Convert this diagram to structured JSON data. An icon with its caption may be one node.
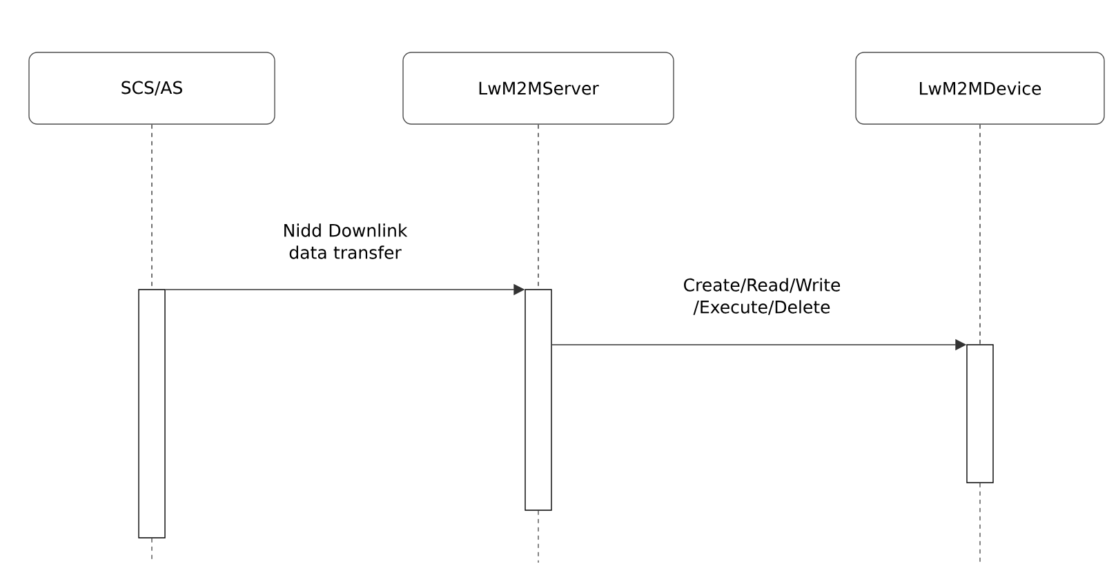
{
  "diagram": {
    "nodes": [
      {
        "text": [
          "SCS/AS"
        ]
      },
      {
        "text": [
          "LwM2MServer"
        ]
      },
      {
        "text": [
          "LwM2MDevice"
        ]
      },
      {
        "text": [],
        "shape": "bar"
      },
      {
        "text": [],
        "shape": "bar"
      },
      {
        "text": [],
        "shape": "bar"
      }
    ],
    "edges": [
      {
        "from": 0,
        "to": 3,
        "arrow": "none",
        "style": "dashed"
      },
      {
        "from": 1,
        "to": 4,
        "arrow": "none",
        "style": "dashed"
      },
      {
        "from": 2,
        "to": 5,
        "arrow": "none",
        "style": "dashed"
      },
      {
        "from": 3,
        "to": 4,
        "arrow": "to",
        "label": "Nidd Downlink data transfer"
      },
      {
        "from": 4,
        "to": 5,
        "arrow": "to",
        "label": "Create/Read/Write /Execute/Delete"
      }
    ]
  }
}
